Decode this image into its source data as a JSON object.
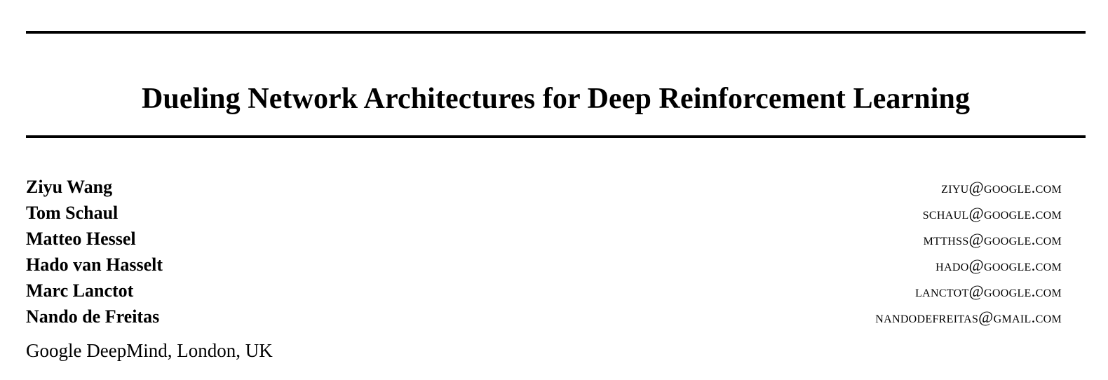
{
  "paper": {
    "title": "Dueling Network Architectures for Deep Reinforcement Learning",
    "authors": [
      {
        "name": "Ziyu Wang",
        "email": "ZIYU@GOOGLE.COM"
      },
      {
        "name": "Tom Schaul",
        "email": "SCHAUL@GOOGLE.COM"
      },
      {
        "name": "Matteo Hessel",
        "email": "MTTHSS@GOOGLE.COM"
      },
      {
        "name": "Hado van Hasselt",
        "email": "HADO@GOOGLE.COM"
      },
      {
        "name": "Marc Lanctot",
        "email": "LANCTOT@GOOGLE.COM"
      },
      {
        "name": "Nando de Freitas",
        "email": "NANDODEFREITAS@GMAIL.COM"
      }
    ],
    "affiliation": "Google DeepMind, London, UK"
  },
  "colors": {
    "text": "#000000",
    "background": "#ffffff",
    "rule": "#000000"
  }
}
